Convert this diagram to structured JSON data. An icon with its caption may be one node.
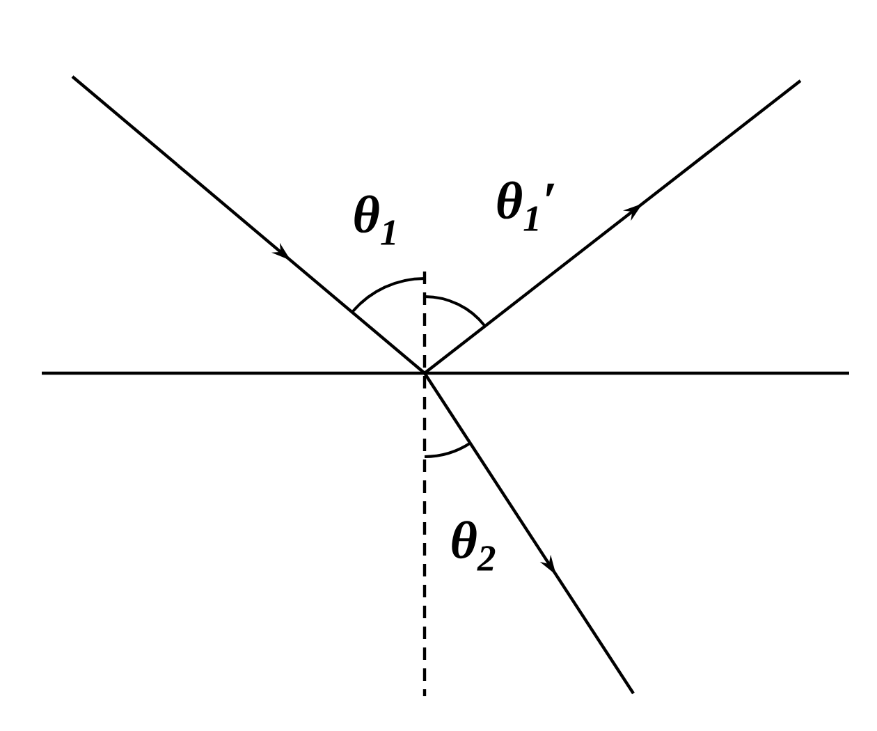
{
  "diagram": {
    "labels": [
      "θ$_{1}$",
      "θ$_{1}$′",
      "θ$_{2}$"
    ]
  }
}
